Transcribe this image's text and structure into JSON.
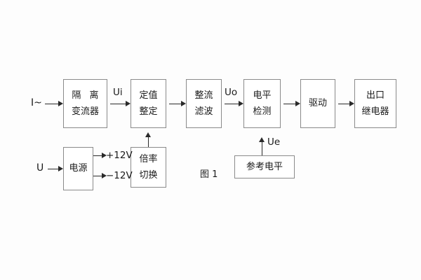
{
  "figure": {
    "caption": "图 1",
    "background": "#fdfdfd",
    "line_color": "#2a2a2a",
    "box_border_color": "#8a8a8a",
    "text_color": "#1a1a1a"
  },
  "inputs": [
    {
      "name": "current-input",
      "label": "I~"
    },
    {
      "name": "voltage-input",
      "label": "U"
    }
  ],
  "signals": [
    {
      "name": "ui",
      "label": "Ui"
    },
    {
      "name": "uo",
      "label": "Uo"
    },
    {
      "name": "ue",
      "label": "Ue"
    }
  ],
  "rails": [
    {
      "name": "positive-rail",
      "label": "+12V"
    },
    {
      "name": "negative-rail",
      "label": "−12V"
    }
  ],
  "blocks": {
    "isolation_transformer": {
      "line1": "隔 离",
      "line2": "变流器"
    },
    "setting_value": {
      "line1": "定值",
      "line2": "整定"
    },
    "rectify_filter": {
      "line1": "整流",
      "line2": "滤波"
    },
    "level_detection": {
      "line1": "电平",
      "line2": "检测"
    },
    "driver": {
      "line1": "驱动",
      "line2": ""
    },
    "output_relay": {
      "line1": "出口",
      "line2": "继电器"
    },
    "power_supply": {
      "line1": "电源",
      "line2": ""
    },
    "multiplier_switch": {
      "line1": "倍率",
      "line2": "切换"
    },
    "reference_level": {
      "line1": "参考电平",
      "line2": ""
    }
  }
}
